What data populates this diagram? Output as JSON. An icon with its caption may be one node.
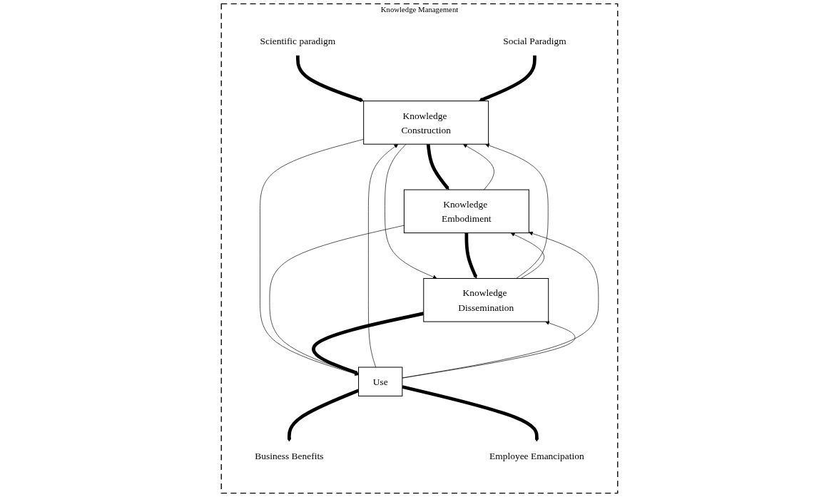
{
  "diagram": {
    "nodes": [
      {
        "text": [
          "Knowledge Management"
        ]
      },
      {
        "text": [
          "Scientific paradigm"
        ],
        "in": 0
      },
      {
        "text": [
          "Social Paradigm"
        ],
        "in": 0
      },
      {
        "text": [
          "Knowledge Construction"
        ],
        "in": 0
      },
      {
        "text": [
          "Knowledge Embodiment"
        ],
        "in": 0
      },
      {
        "text": [
          "Knowledge Dissemination"
        ],
        "in": 0
      },
      {
        "text": [
          "Use"
        ],
        "in": 0
      },
      {
        "text": [
          "Business Benefits"
        ],
        "in": 0
      },
      {
        "text": [
          "Employee Emancipation"
        ],
        "in": 0
      }
    ],
    "edges": [
      {
        "from": 1,
        "to": 3,
        "arrow": "to",
        "style": "thick"
      },
      {
        "from": 2,
        "to": 3,
        "arrow": "to",
        "style": "thick"
      },
      {
        "from": 4,
        "to": 3,
        "arrow": "to"
      },
      {
        "from": 3,
        "to": 4,
        "arrow": "to",
        "style": "thick"
      },
      {
        "from": 3,
        "to": 5,
        "arrow": "to"
      },
      {
        "from": 5,
        "to": 3,
        "arrow": "to"
      },
      {
        "from": 3,
        "to": 6,
        "arrow": "to"
      },
      {
        "from": 6,
        "to": 3,
        "arrow": "to"
      },
      {
        "from": 4,
        "to": 5,
        "arrow": "to",
        "style": "thick"
      },
      {
        "from": 5,
        "to": 4,
        "arrow": "to"
      },
      {
        "from": 4,
        "to": 6,
        "arrow": "to"
      },
      {
        "from": 6,
        "to": 4,
        "arrow": "to"
      },
      {
        "from": 5,
        "to": 6,
        "arrow": "to",
        "style": "thick"
      },
      {
        "from": 6,
        "to": 5,
        "arrow": "to"
      },
      {
        "from": 6,
        "to": 7,
        "arrow": "to",
        "style": "thick"
      },
      {
        "from": 6,
        "to": 8,
        "arrow": "to",
        "style": "thick"
      }
    ]
  }
}
